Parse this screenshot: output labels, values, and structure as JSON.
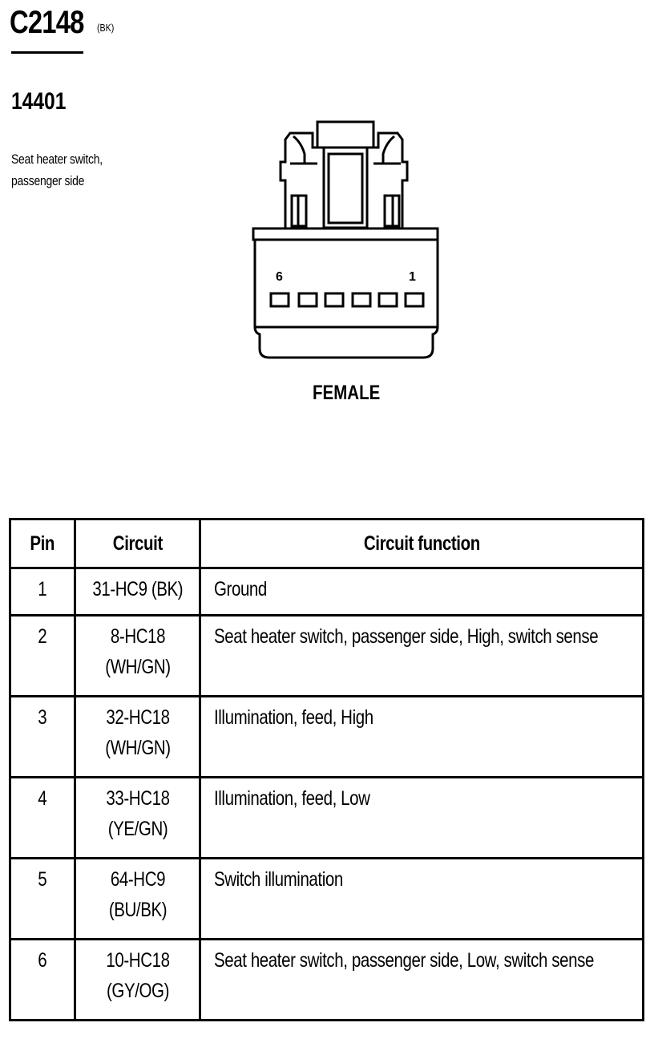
{
  "header": {
    "connector_id": "C2148",
    "connector_color": "(BK)",
    "part_number": "14401",
    "description": "Seat heater switch, passenger side"
  },
  "diagram": {
    "pin_label_left": "6",
    "pin_label_right": "1",
    "gender_label": "FEMALE"
  },
  "table": {
    "headers": [
      "Pin",
      "Circuit",
      "Circuit function"
    ],
    "rows": [
      {
        "pin": "1",
        "circuit": "31-HC9 (BK)",
        "function": "Ground"
      },
      {
        "pin": "2",
        "circuit": "8-HC18 (WH/GN)",
        "function": "Seat heater switch, passenger side, High, switch sense"
      },
      {
        "pin": "3",
        "circuit": "32-HC18 (WH/GN)",
        "function": "Illumination, feed, High"
      },
      {
        "pin": "4",
        "circuit": "33-HC18 (YE/GN)",
        "function": "Illumination, feed, Low"
      },
      {
        "pin": "5",
        "circuit": "64-HC9 (BU/BK)",
        "function": "Switch illumination"
      },
      {
        "pin": "6",
        "circuit": "10-HC18 (GY/OG)",
        "function": "Seat heater switch, passenger side, Low, switch sense"
      }
    ]
  }
}
